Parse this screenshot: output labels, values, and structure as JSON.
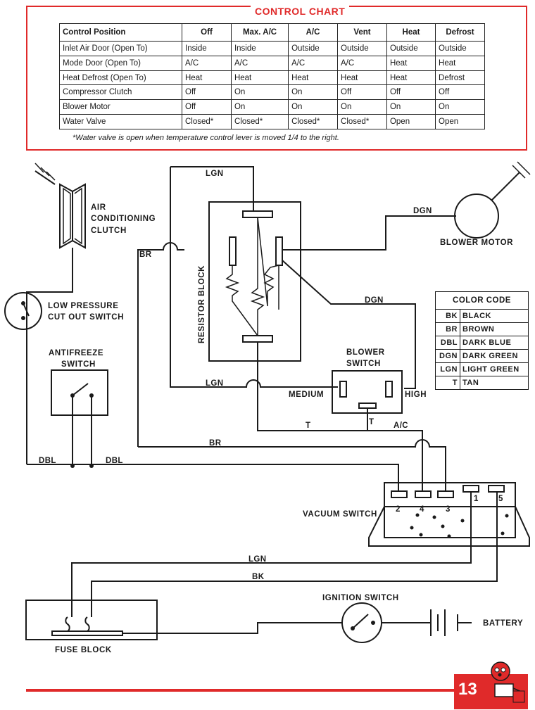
{
  "control_chart": {
    "title": "CONTROL CHART",
    "headers": [
      "Control Position",
      "Off",
      "Max. A/C",
      "A/C",
      "Vent",
      "Heat",
      "Defrost"
    ],
    "rows": [
      [
        "Inlet Air Door (Open To)",
        "Inside",
        "Inside",
        "Outside",
        "Outside",
        "Outside",
        "Outside"
      ],
      [
        "Mode Door (Open To)",
        "A/C",
        "A/C",
        "A/C",
        "A/C",
        "Heat",
        "Heat"
      ],
      [
        "Heat Defrost (Open To)",
        "Heat",
        "Heat",
        "Heat",
        "Heat",
        "Heat",
        "Defrost"
      ],
      [
        "Compressor Clutch",
        "Off",
        "On",
        "On",
        "Off",
        "Off",
        "Off"
      ],
      [
        "Blower Motor",
        "Off",
        "On",
        "On",
        "On",
        "On",
        "On"
      ],
      [
        "Water Valve",
        "Closed*",
        "Closed*",
        "Closed*",
        "Closed*",
        "Open",
        "Open"
      ]
    ],
    "footnote": "*Water valve is open when temperature control lever is moved 1/4 to the right."
  },
  "components": {
    "ac_clutch": [
      "AIR",
      "CONDITIONING",
      "CLUTCH"
    ],
    "low_pressure": [
      "LOW PRESSURE",
      "CUT OUT SWITCH"
    ],
    "antifreeze": [
      "ANTIFREEZE",
      "SWITCH"
    ],
    "resistor_block": "RESISTOR BLOCK",
    "blower_motor": "BLOWER MOTOR",
    "blower_switch": [
      "BLOWER",
      "SWITCH"
    ],
    "medium": "MEDIUM",
    "high": "HIGH",
    "vacuum_switch": "VACUUM SWITCH",
    "vacuum_ports": [
      "2",
      "4",
      "3",
      "1",
      "5"
    ],
    "ignition_switch": "IGNITION SWITCH",
    "battery": "BATTERY",
    "fuse_block": "FUSE BLOCK"
  },
  "wire_labels": {
    "lgn_top": "LGN",
    "br_left": "BR",
    "dgn_top": "DGN",
    "dgn_mid": "DGN",
    "lgn_mid": "LGN",
    "t1": "T",
    "t2": "T",
    "ac": "A/C",
    "br_low": "BR",
    "dbl1": "DBL",
    "dbl2": "DBL",
    "lgn_low": "LGN",
    "bk": "BK"
  },
  "color_code": {
    "title": "COLOR CODE",
    "rows": [
      {
        "code": "BK",
        "name": "BLACK"
      },
      {
        "code": "BR",
        "name": "BROWN"
      },
      {
        "code": "DBL",
        "name": "DARK BLUE"
      },
      {
        "code": "DGN",
        "name": "DARK GREEN"
      },
      {
        "code": "LGN",
        "name": "LIGHT GREEN"
      },
      {
        "code": "T",
        "name": "TAN"
      }
    ]
  },
  "page_number": "13",
  "accent_color": "#e02a2a"
}
